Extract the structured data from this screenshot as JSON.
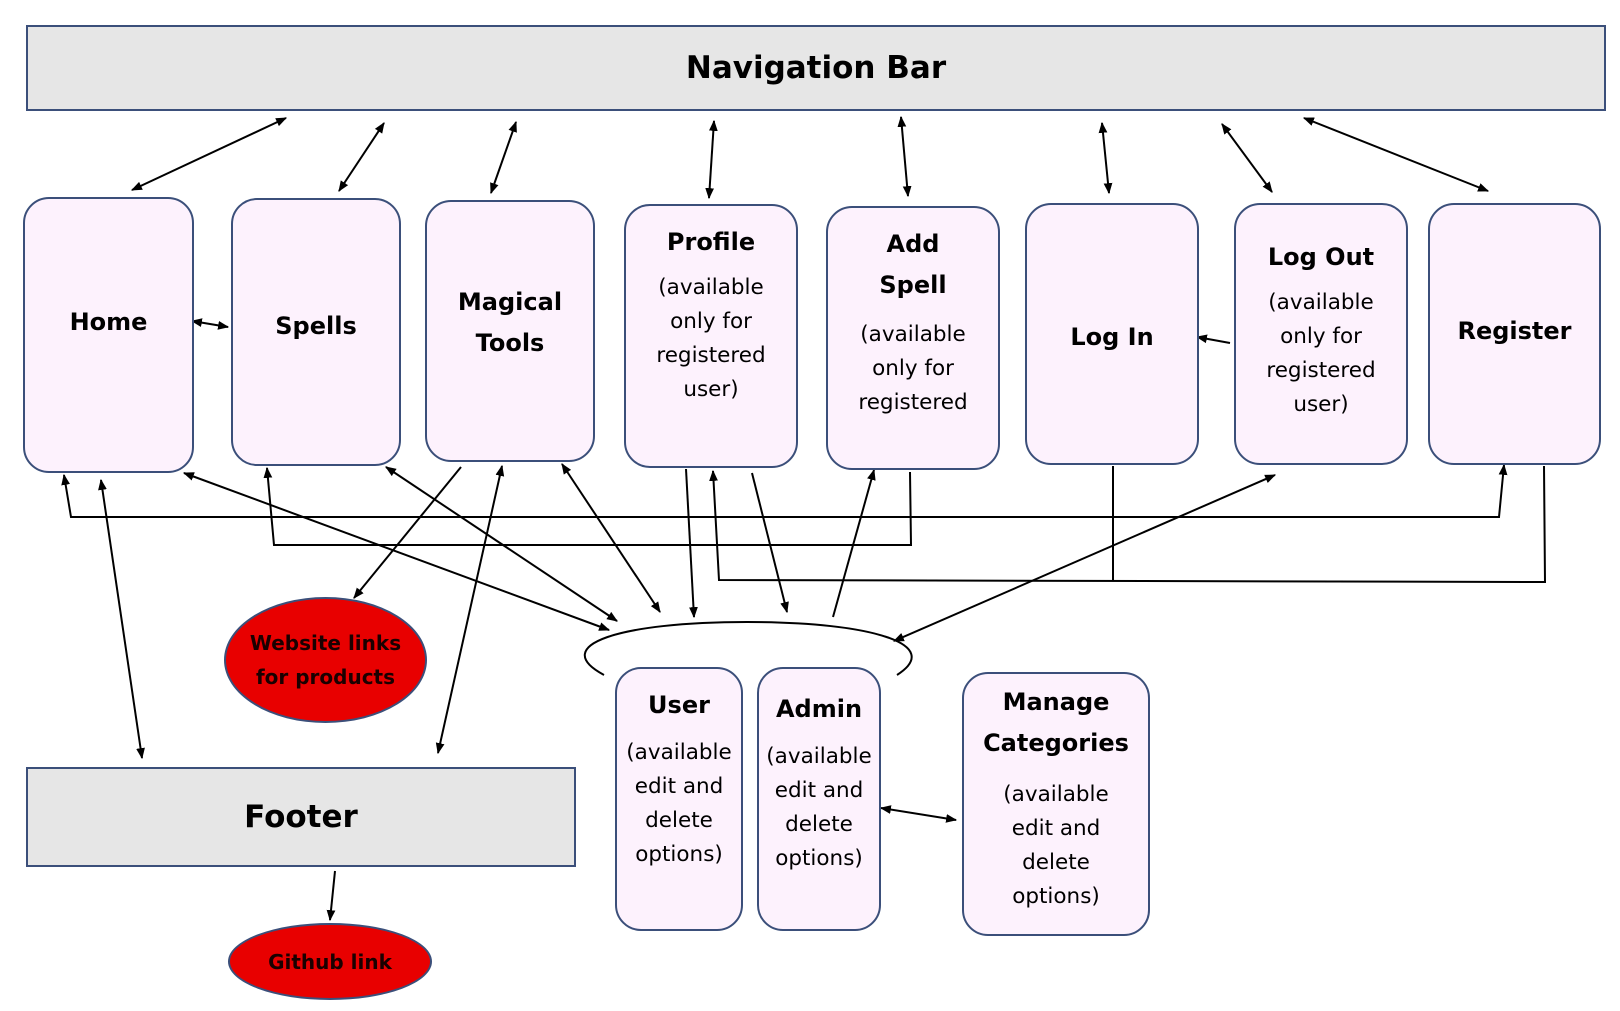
{
  "navigation_bar": "Navigation Bar",
  "footer": "Footer",
  "pages": {
    "home": {
      "title": "Home"
    },
    "spells": {
      "title": "Spells"
    },
    "magical_tools": {
      "title": [
        "Magical",
        "Tools"
      ]
    },
    "profile": {
      "title": "Profile",
      "note": [
        "(available",
        "only for",
        "registered",
        "user)"
      ]
    },
    "add_spell": {
      "title": [
        "Add",
        "Spell"
      ],
      "note": [
        "(available",
        "only for",
        "registered"
      ]
    },
    "log_in": {
      "title": "Log In"
    },
    "log_out": {
      "title": "Log Out",
      "note": [
        "(available",
        "only for",
        "registered",
        "user)"
      ]
    },
    "register": {
      "title": "Register"
    },
    "user": {
      "title": "User",
      "note": [
        "(available",
        "edit and",
        "delete",
        "options)"
      ]
    },
    "admin": {
      "title": "Admin",
      "note": [
        "(available",
        "edit and",
        "delete",
        "options)"
      ]
    },
    "manage_categories": {
      "title": [
        "Manage",
        "Categories"
      ],
      "note": [
        "(available",
        "edit and",
        "delete",
        "options)"
      ]
    }
  },
  "links": {
    "website_links": [
      "Website links",
      "for products"
    ],
    "github_link": "Github link"
  },
  "colors": {
    "box_fill": "#fdf2fd",
    "box_border": "#3b4f7a",
    "bar_fill": "#e6e6e6",
    "oval_fill": "#e80000"
  }
}
